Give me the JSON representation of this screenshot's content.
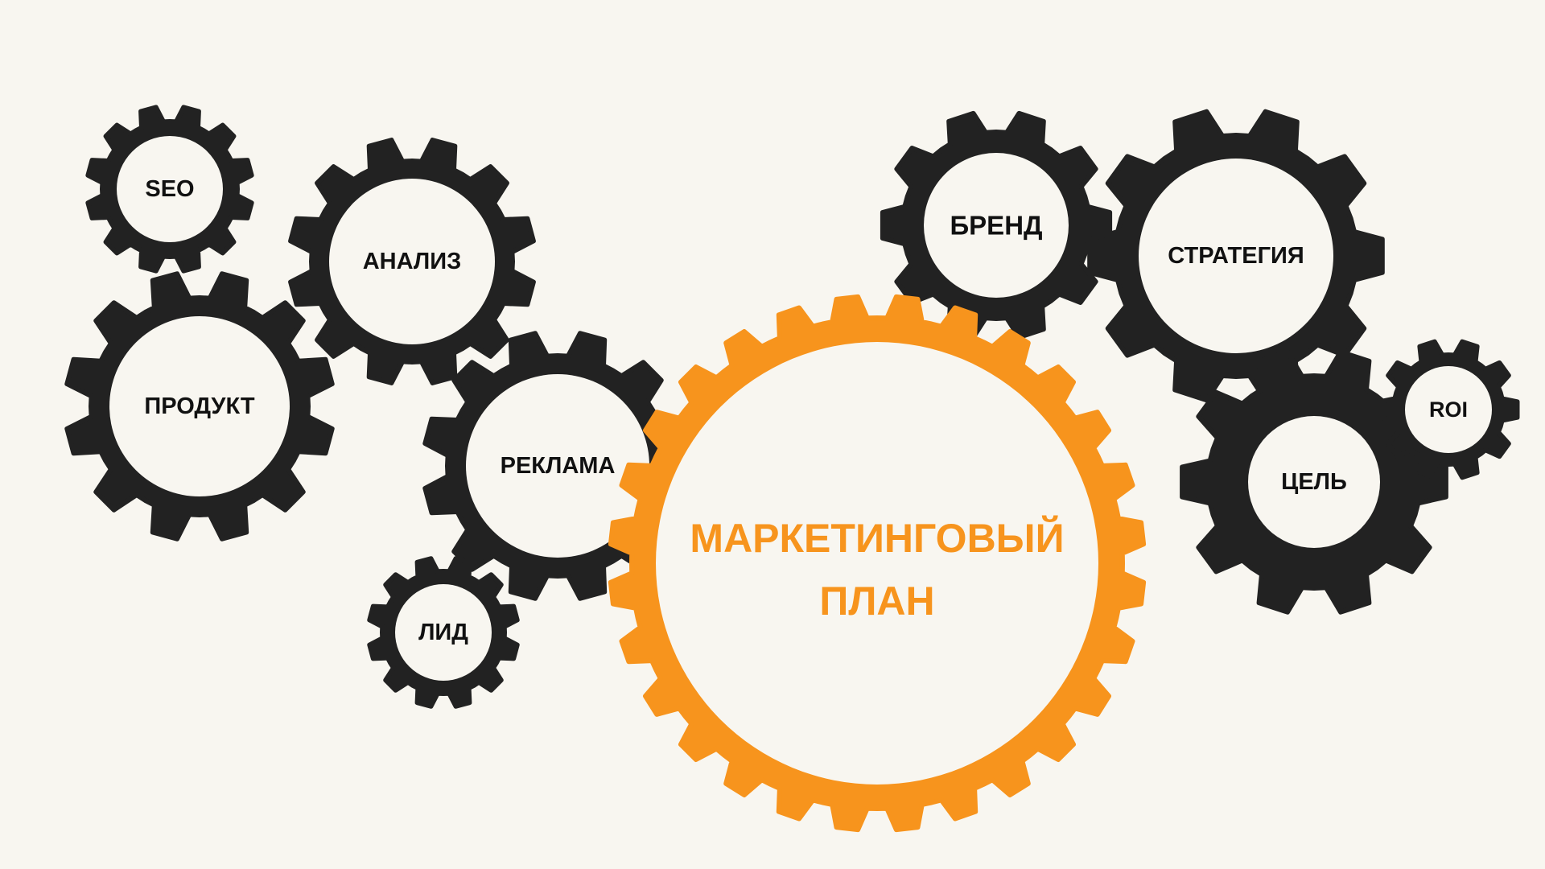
{
  "colors": {
    "background": "#f8f6f0",
    "gear": "#222222",
    "accent": "#f7941d",
    "gear_fill": "#f8f6f0",
    "label": "#111111"
  },
  "gears": [
    {
      "id": "seo",
      "label": "SEO",
      "color": "gear"
    },
    {
      "id": "analiz",
      "label": "АНАЛИЗ",
      "color": "gear"
    },
    {
      "id": "produkt",
      "label": "ПРОДУКТ",
      "color": "gear"
    },
    {
      "id": "reklama",
      "label": "РЕКЛАМА",
      "color": "gear"
    },
    {
      "id": "lid",
      "label": "ЛИД",
      "color": "gear"
    },
    {
      "id": "brend",
      "label": "БРЕНД",
      "color": "gear"
    },
    {
      "id": "strategiya",
      "label": "СТРАТЕГИЯ",
      "color": "gear"
    },
    {
      "id": "tsel",
      "label": "ЦЕЛЬ",
      "color": "gear"
    },
    {
      "id": "roi",
      "label": "ROI",
      "color": "gear"
    }
  ],
  "main_gear": {
    "id": "marketing-plan",
    "line1": "МАРКЕТИНГОВЫЙ",
    "line2": "ПЛАН",
    "color": "accent"
  }
}
